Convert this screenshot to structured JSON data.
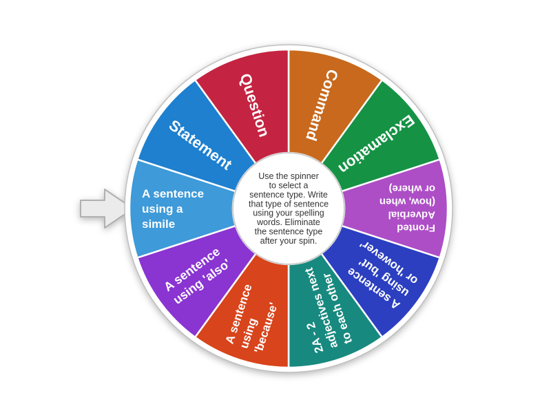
{
  "app": {
    "background_color": "#ffffff",
    "activity_type": "random-wheel"
  },
  "spinner": {
    "rim": {
      "fill": "#ffffff",
      "border_color": "#bfbfbf"
    },
    "separator_color": "#ffffff",
    "label_text_color": "#ffffff",
    "center_instruction": {
      "text": "Use the spinner to select a sentence type. Write that type of sentence using your spelling words. Eliminate the sentence type after your spin.",
      "lines": [
        "Use the spinner",
        "to select a",
        "sentence type. Write",
        "that type of sentence",
        "using your spelling",
        "words. Eliminate",
        "the sentence type",
        "after your spin."
      ],
      "text_color": "#333333",
      "fill": "#ffffff",
      "border_color": "#cccccc"
    },
    "pointer": {
      "icon": "arrow-right-icon",
      "fill": "#ebebeb",
      "border_color": "#b0b0b0"
    },
    "segments": [
      {
        "label": "Command",
        "lines": [
          "Command"
        ],
        "color": "#c8691d"
      },
      {
        "label": "Exclamation",
        "lines": [
          "Exclamation"
        ],
        "color": "#169245"
      },
      {
        "label": "Fronted Adverbial (how, when or where)",
        "lines": [
          "Fronted",
          "Adverbial",
          "(how, when",
          "or where)"
        ],
        "color": "#ad4ec6"
      },
      {
        "label": "A sentence using 'but' or 'however'",
        "lines": [
          "A sentence",
          "using 'but'",
          "or 'however'"
        ],
        "color": "#2b3fc0"
      },
      {
        "label": "2A - 2 adjectives next to each other",
        "lines": [
          "2A - 2",
          "adjectives next",
          "to each other"
        ],
        "color": "#18897f"
      },
      {
        "label": "A sentence using 'because'",
        "lines": [
          "A sentence",
          "using",
          "'because'"
        ],
        "color": "#d8441b"
      },
      {
        "label": "A sentence using 'also'",
        "lines": [
          "A sentence",
          "using 'also'"
        ],
        "color": "#8a34d2"
      },
      {
        "label": "A sentence using a simile",
        "lines": [
          "A sentence",
          "using a",
          "simile"
        ],
        "color": "#3e9ad8"
      },
      {
        "label": "Statement",
        "lines": [
          "Statement"
        ],
        "color": "#1e80cf"
      },
      {
        "label": "Question",
        "lines": [
          "Question"
        ],
        "color": "#c42441"
      }
    ]
  }
}
